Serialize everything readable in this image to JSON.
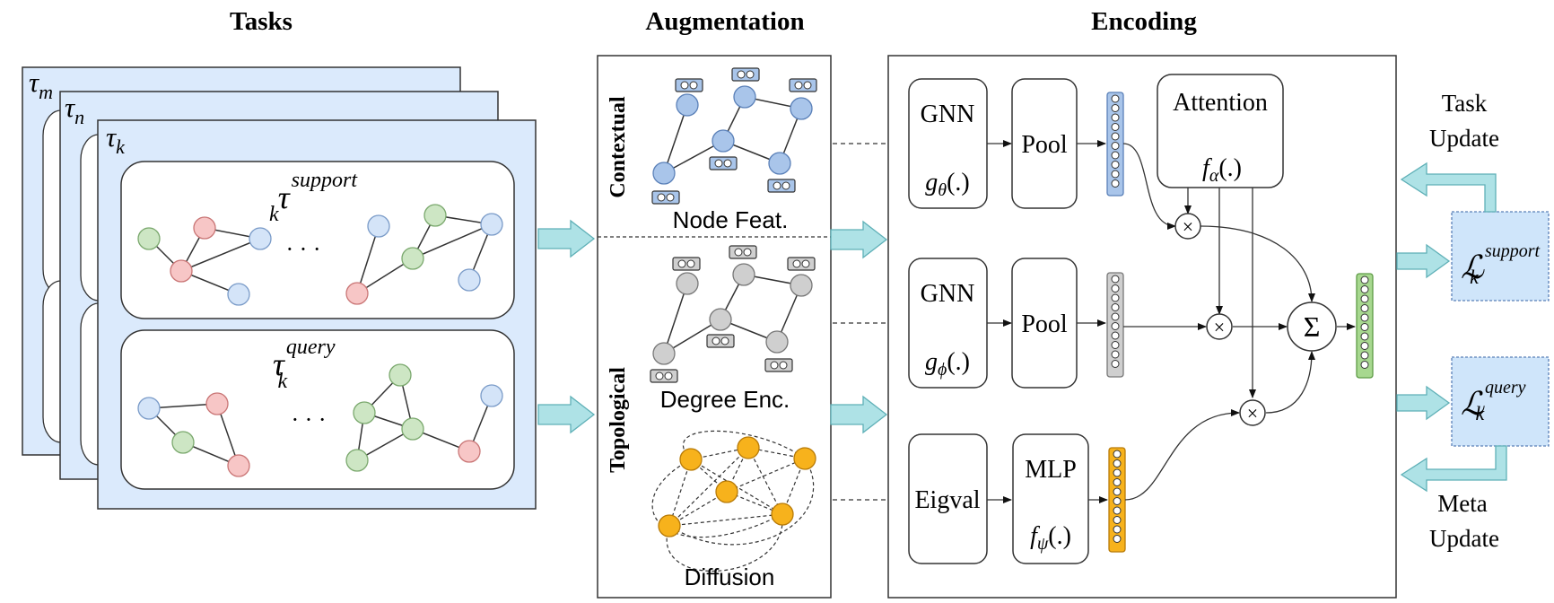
{
  "sections": {
    "tasks": "Tasks",
    "augmentation": "Augmentation",
    "encoding": "Encoding"
  },
  "tasks": {
    "tau_m": {
      "symbol": "τ",
      "sub": "m"
    },
    "tau_n": {
      "symbol": "τ",
      "sub": "n"
    },
    "tau_k": {
      "symbol": "τ",
      "sub": "k"
    },
    "support": {
      "symbol": "τ",
      "sub": "k",
      "sup": "support"
    },
    "query": {
      "symbol": "τ",
      "sub": "k",
      "sup": "query"
    },
    "ellipsis": "· · ·"
  },
  "augmentation": {
    "contextual": "Contextual",
    "topological": "Topological",
    "node_feat": "Node Feat.",
    "degree_enc": "Degree Enc.",
    "diffusion": "Diffusion"
  },
  "encoding": {
    "gnn1": {
      "name": "GNN",
      "fn": "g",
      "sub": "θ",
      "args": "(.)"
    },
    "gnn2": {
      "name": "GNN",
      "fn": "g",
      "sub": "ϕ",
      "args": "(.)"
    },
    "pool1": "Pool",
    "pool2": "Pool",
    "eigval": "Eigval",
    "mlp": {
      "name": "MLP",
      "fn": "f",
      "sub": "ψ",
      "args": "(.)"
    },
    "attention": {
      "name": "Attention",
      "fn": "f",
      "sub": "α",
      "args": "(.)"
    },
    "sum": "Σ",
    "times": "×"
  },
  "losses": {
    "support": {
      "symbol": "ℒ",
      "sub": "k",
      "sup": "support"
    },
    "query": {
      "symbol": "ℒ",
      "sub": "k",
      "sup": "query"
    }
  },
  "updates": {
    "task_line1": "Task",
    "task_line2": "Update",
    "meta_line1": "Meta",
    "meta_line2": "Update"
  },
  "colors": {
    "task_panel": "#dbeafc",
    "node_red": "#f7c6c6",
    "node_green": "#cde6c4",
    "node_blue": "#d4e4f8",
    "feat_blue": "#a9c5ea",
    "degree_gray": "#cfcfcf",
    "diffusion_orange": "#f7b21c",
    "arrow_teal": "#aee2e6",
    "loss_box": "#cfe5fa",
    "embed_green": "#a7d88f"
  }
}
